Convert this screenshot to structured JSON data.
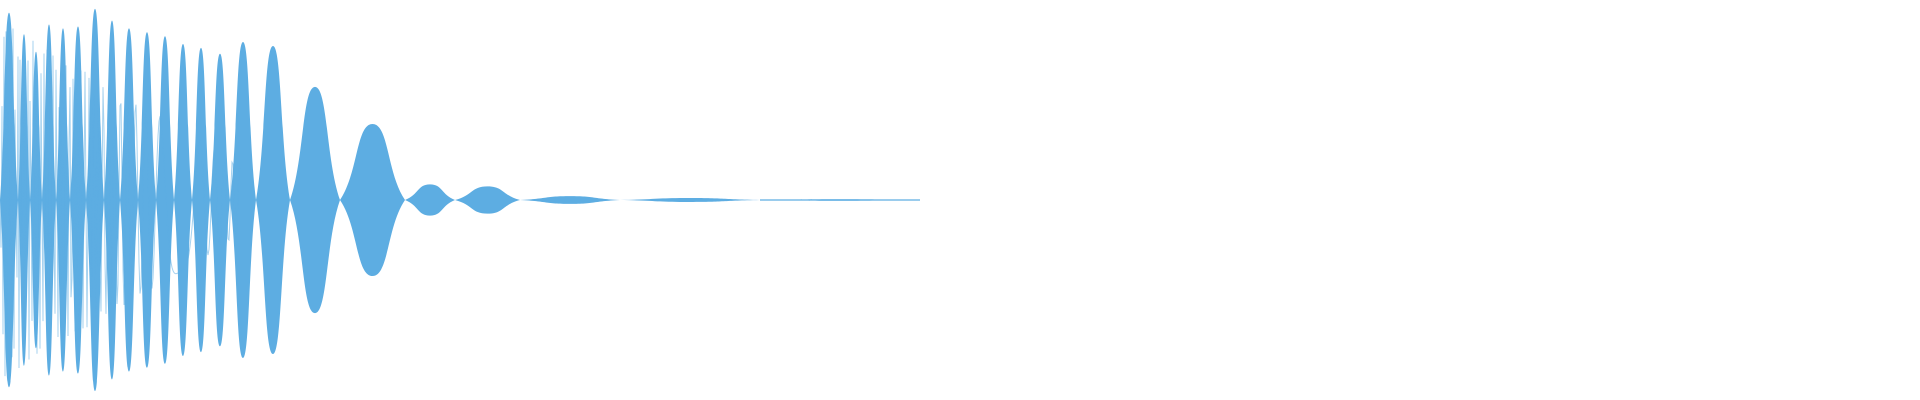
{
  "waveform": {
    "color": "#5dade2",
    "background": "#ffffff",
    "envelope_lobes": [
      {
        "amplitude": 0.96
      },
      {
        "amplitude": 0.85
      },
      {
        "amplitude": 0.76
      },
      {
        "amplitude": 0.9
      },
      {
        "amplitude": 0.88
      },
      {
        "amplitude": 0.89
      },
      {
        "amplitude": 0.98
      },
      {
        "amplitude": 0.92
      },
      {
        "amplitude": 0.88
      },
      {
        "amplitude": 0.86
      },
      {
        "amplitude": 0.84
      },
      {
        "amplitude": 0.8
      },
      {
        "amplitude": 0.78
      },
      {
        "amplitude": 0.75
      },
      {
        "amplitude": 0.81
      },
      {
        "amplitude": 0.79
      },
      {
        "amplitude": 0.58
      },
      {
        "amplitude": 0.39
      },
      {
        "amplitude": 0.08
      },
      {
        "amplitude": 0.07
      },
      {
        "amplitude": 0.02
      },
      {
        "amplitude": 0.01
      },
      {
        "amplitude": 0.004
      }
    ]
  }
}
